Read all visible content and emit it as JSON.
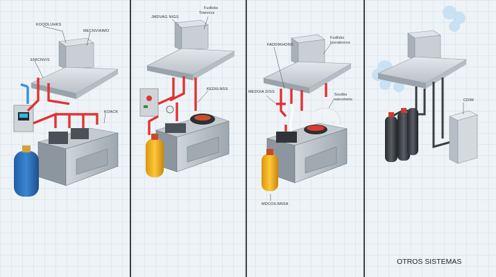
{
  "panels": [
    {
      "labels": {
        "top_left": "KOODLUHKS",
        "top_right": "MECNVIAIMO",
        "mid_left": "ENICNVIS",
        "right": "KOACK"
      },
      "colors": {
        "tank": "#2a6fb5",
        "pipe": "#e23232",
        "pipe2": "#3a8fd6"
      }
    },
    {
      "labels": {
        "top_left": "JMDVAG NIGS",
        "top_right": "Fudlsks Towvncs",
        "right": "KEDIILNSS"
      },
      "colors": {
        "tank": "#f2b21b",
        "pipe": "#e23232"
      }
    },
    {
      "labels": {
        "top_left": "FADDIKHONS",
        "top_right": "Fudlsks Isoraknons",
        "left": "MEDOIA DISS",
        "right": "Soutbs swcomets",
        "bottom": "MDCOILNNSA"
      },
      "colors": {
        "tank": "#f2b21b",
        "pipe": "#e23232"
      }
    },
    {
      "labels": {
        "right": "CDIM",
        "title": "OTROS SISTEMAS"
      },
      "colors": {
        "tank": "#3a3d42",
        "pipe": "#3a3d42"
      }
    }
  ]
}
